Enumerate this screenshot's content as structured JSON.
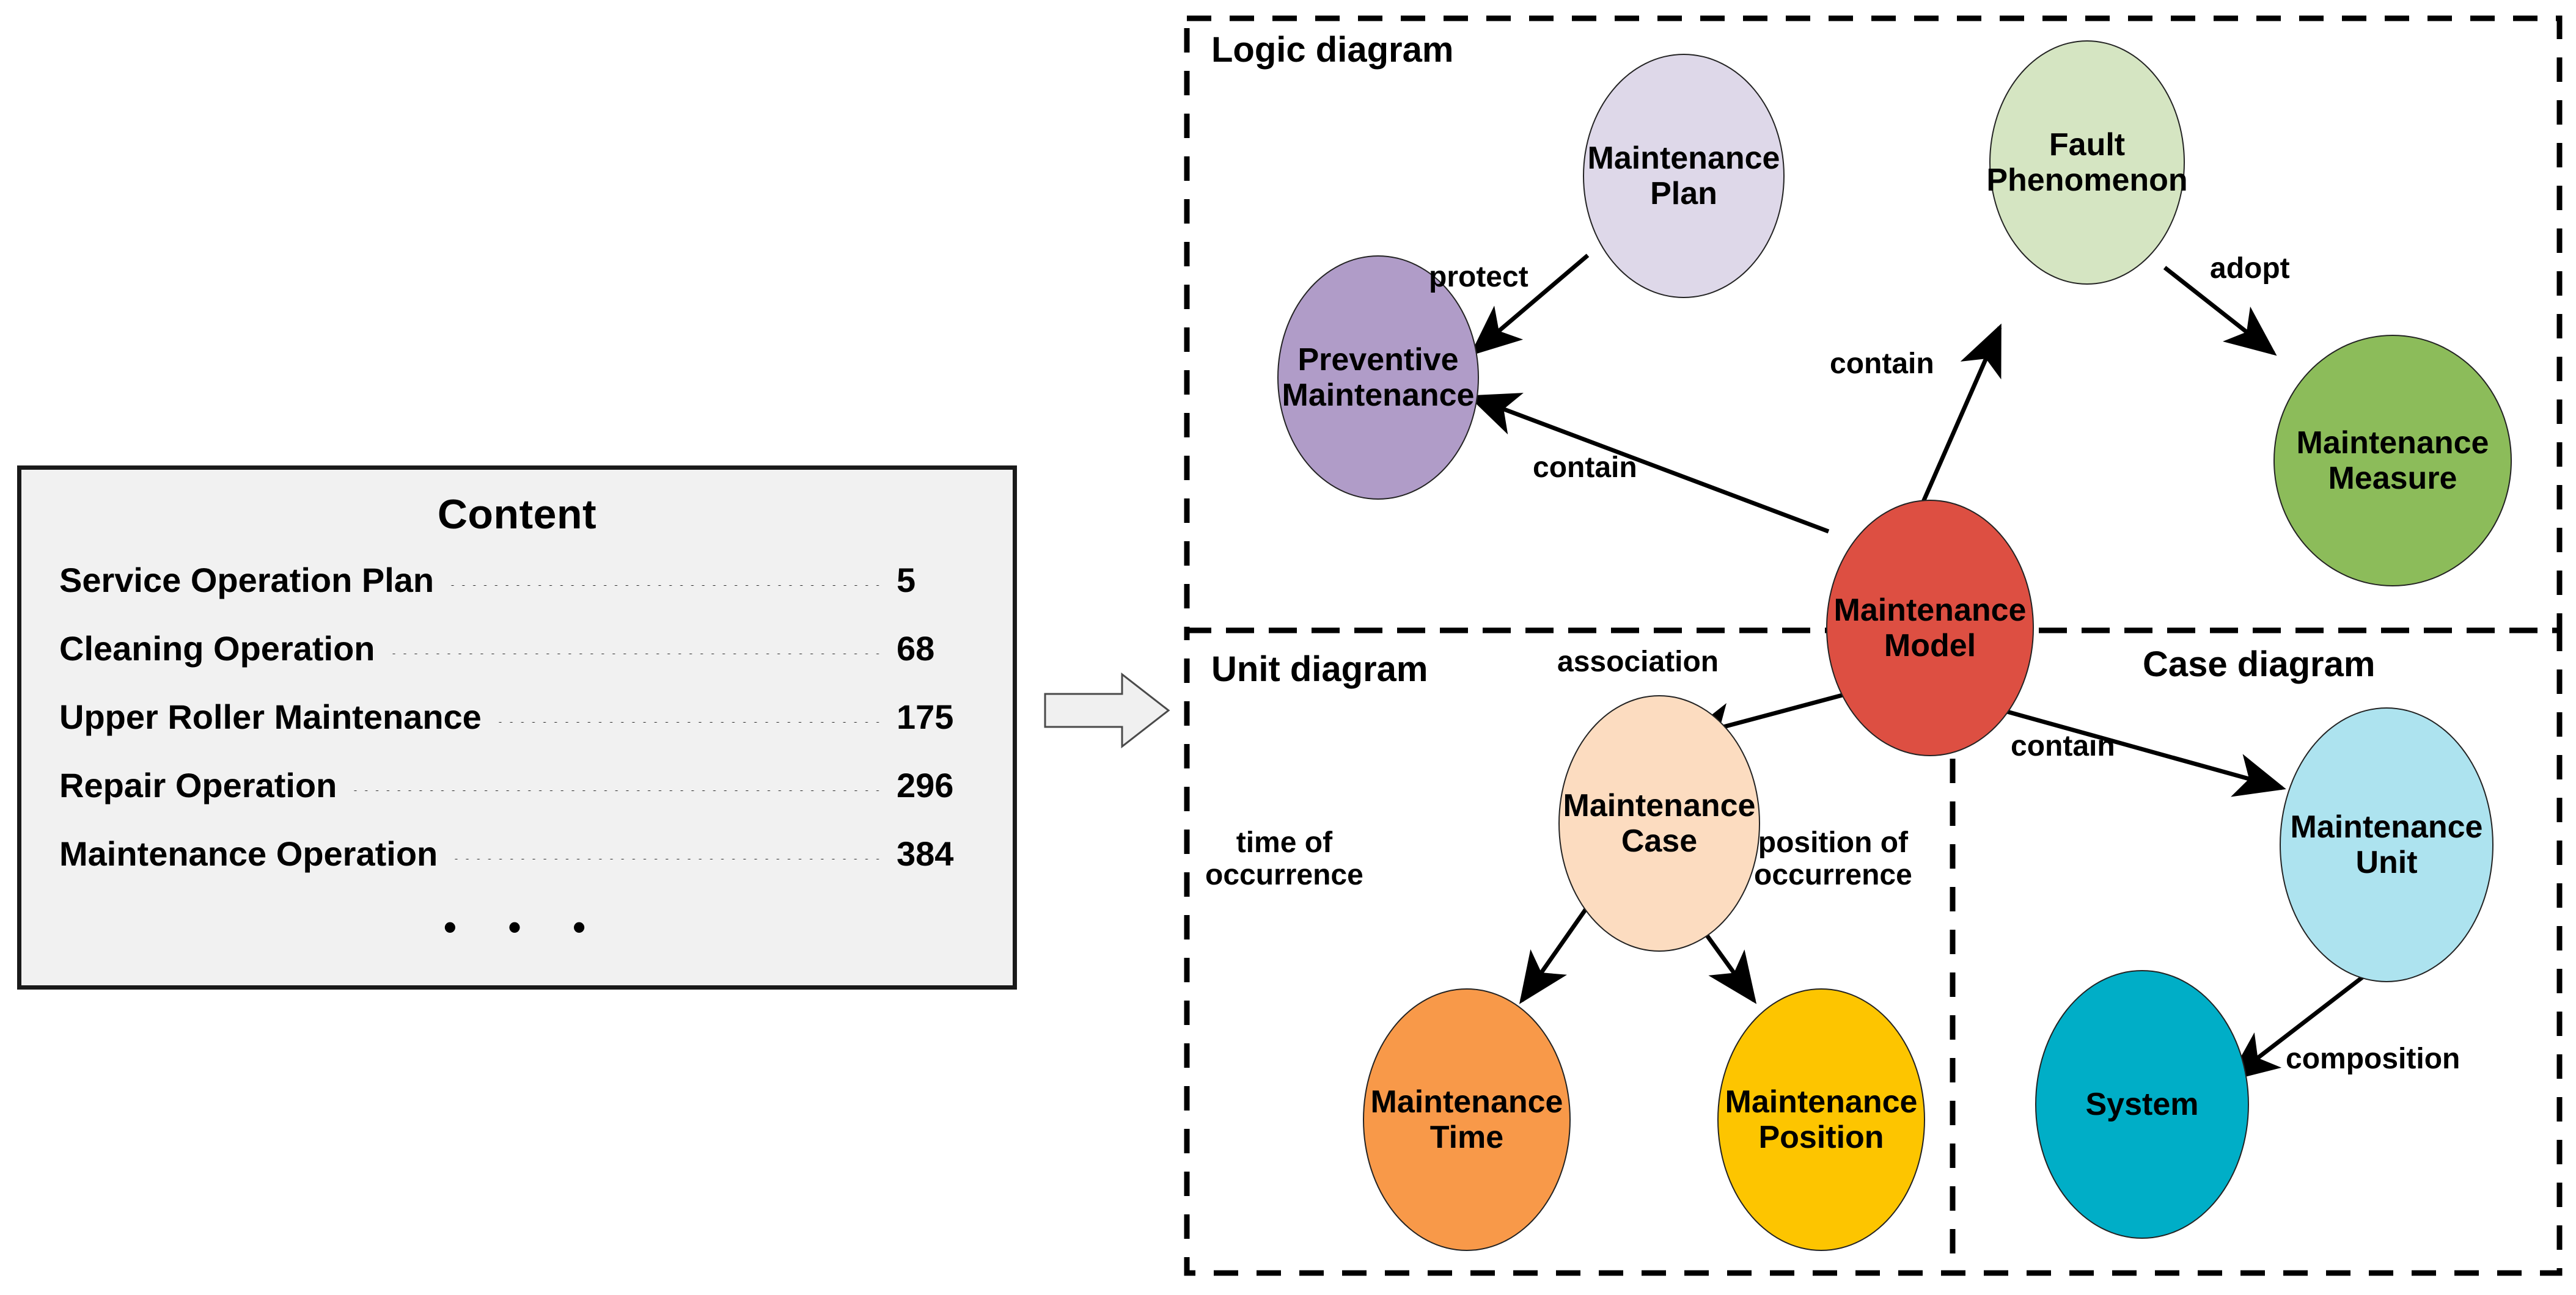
{
  "content_box": {
    "title": "Content",
    "entries": [
      {
        "label": "Service Operation Plan",
        "page": "5"
      },
      {
        "label": "Cleaning Operation",
        "page": "68"
      },
      {
        "label": "Upper Roller Maintenance",
        "page": "175"
      },
      {
        "label": "Repair Operation",
        "page": "296"
      },
      {
        "label": "Maintenance Operation",
        "page": "384"
      }
    ],
    "ellipsis": "• • •"
  },
  "flow_arrow": {
    "icon": "right-block-arrow",
    "fill": "#f0f0f0",
    "stroke": "#4a4a4a"
  },
  "diagram": {
    "sections": [
      {
        "id": "logic",
        "title": "Logic diagram"
      },
      {
        "id": "unit",
        "title": "Unit diagram"
      },
      {
        "id": "case",
        "title": "Case diagram"
      }
    ],
    "nodes": [
      {
        "id": "maintenance-plan",
        "label": "Maintenance\nPlan",
        "color": "#ded8e9"
      },
      {
        "id": "preventive-maintenance",
        "label": "Preventive\nMaintenance",
        "color": "#b09cc8"
      },
      {
        "id": "fault-phenomenon",
        "label": "Fault\nPhenomenon",
        "color": "#d5e5c2"
      },
      {
        "id": "maintenance-measure",
        "label": "Maintenance\nMeasure",
        "color": "#8cbc5a"
      },
      {
        "id": "maintenance-model",
        "label": "Maintenance\nModel",
        "color": "#dd4f42"
      },
      {
        "id": "maintenance-case",
        "label": "Maintenance\nCase",
        "color": "#fcdcc0"
      },
      {
        "id": "maintenance-time",
        "label": "Maintenance\nTime",
        "color": "#f89949"
      },
      {
        "id": "maintenance-position",
        "label": "Maintenance\nPosition",
        "color": "#fdc500"
      },
      {
        "id": "maintenance-unit",
        "label": "Maintenance\nUnit",
        "color": "#ade3ef"
      },
      {
        "id": "system",
        "label": "System",
        "color": "#00aec7"
      }
    ],
    "edges": [
      {
        "id": "plan-protect-preventive",
        "label": "protect",
        "from": "maintenance-plan",
        "to": "preventive-maintenance"
      },
      {
        "id": "model-contain-preventive",
        "label": "contain",
        "from": "maintenance-model",
        "to": "preventive-maintenance"
      },
      {
        "id": "model-contain-fault",
        "label": "contain",
        "from": "maintenance-model",
        "to": "fault-phenomenon"
      },
      {
        "id": "fault-adopt-measure",
        "label": "adopt",
        "from": "fault-phenomenon",
        "to": "maintenance-measure"
      },
      {
        "id": "model-association-case",
        "label": "association",
        "from": "maintenance-model",
        "to": "maintenance-case"
      },
      {
        "id": "case-time-of-occurrence",
        "label": "time of\noccurrence",
        "from": "maintenance-case",
        "to": "maintenance-time"
      },
      {
        "id": "case-position-of-occurrence",
        "label": "position of\noccurrence",
        "from": "maintenance-case",
        "to": "maintenance-position"
      },
      {
        "id": "model-contain-unit",
        "label": "contain",
        "from": "maintenance-model",
        "to": "maintenance-unit"
      },
      {
        "id": "unit-composition-system",
        "label": "composition",
        "from": "maintenance-unit",
        "to": "system"
      }
    ]
  }
}
